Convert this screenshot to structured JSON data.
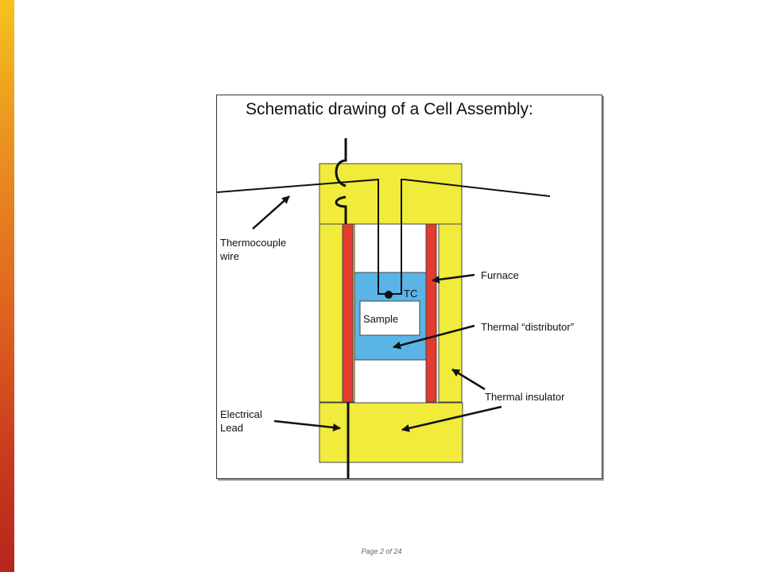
{
  "slide": {
    "title": "Schematic drawing of a Cell Assembly:",
    "page_label": "Page 2 of 24"
  },
  "diagram": {
    "labels": {
      "thermocouple_line1": "Thermocouple",
      "thermocouple_line2": "wire",
      "furnace": "Furnace",
      "thermal_distributor": "Thermal “distributor”",
      "thermal_insulator": "Thermal insulator",
      "electrical_line1": "Electrical",
      "electrical_line2": "Lead",
      "tc": "TC",
      "sample": "Sample"
    }
  },
  "colors": {
    "insulator": "#f1eb3c",
    "furnace": "#e53a2f",
    "distributor": "#5ab4e5",
    "wire": "#111111",
    "accent_bar_top": "#f7c21e",
    "accent_bar_bottom": "#b5261c"
  }
}
